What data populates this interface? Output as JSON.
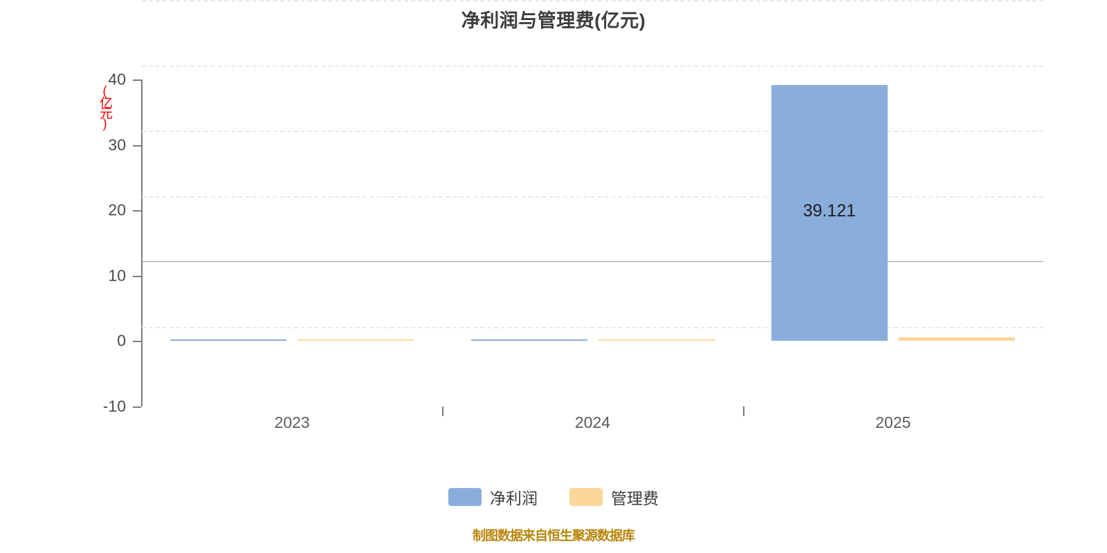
{
  "chart_data": {
    "type": "bar",
    "title": "净利润与管理费(亿元)",
    "xlabel": "",
    "ylabel": "(亿元)",
    "categories": [
      "2023",
      "2024",
      "2025"
    ],
    "series": [
      {
        "name": "净利润",
        "color": "#8AAEDC",
        "values": [
          0.0,
          0.0,
          39.121
        ],
        "labels": [
          "",
          "",
          "39.121"
        ]
      },
      {
        "name": "管理费",
        "color": "#FBD79B",
        "values": [
          0.0,
          0.0,
          0.55
        ],
        "labels": [
          "",
          "",
          ""
        ]
      }
    ],
    "ylim": [
      -10,
      40
    ],
    "yticks": [
      40,
      30,
      20,
      10,
      0,
      -10
    ],
    "ytick_labels": [
      "40",
      "30",
      "20",
      "10",
      "0",
      "-10"
    ],
    "grid": true,
    "grid_style": "dashed",
    "zero_line": true,
    "legend_position": "bottom"
  },
  "footer": {
    "note": "制图数据来自恒生聚源数据库",
    "color": "#b8860b"
  },
  "colors": {
    "net_profit": "#8AAEDC",
    "admin_fee": "#FBD79B",
    "title": "#3c3c3c",
    "axis_text": "#4a4a4a",
    "unit_label": "#ff0000",
    "grid": "#e8e8e8",
    "zero_line": "#9a9a9a"
  }
}
